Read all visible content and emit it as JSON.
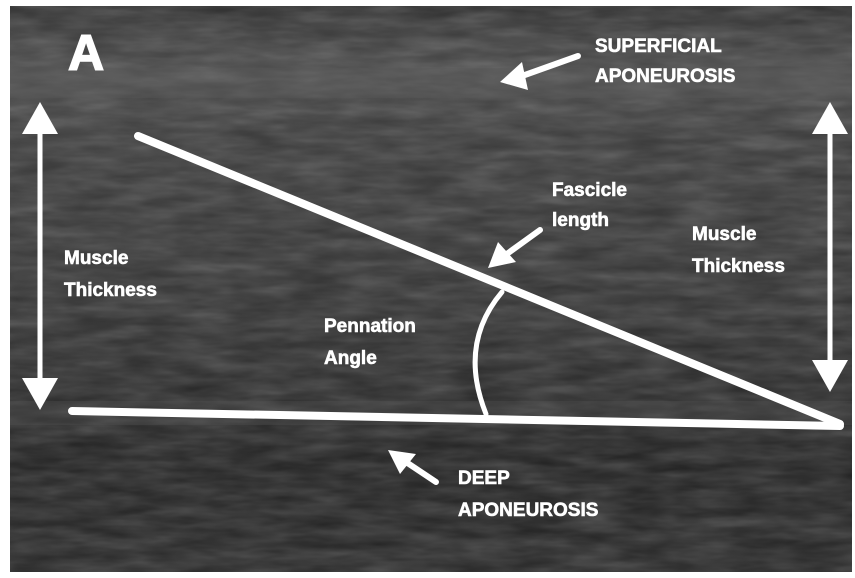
{
  "figure_letter": "A",
  "labels": {
    "superficial_line1": "SUPERFICIAL",
    "superficial_line2": "APONEUROSIS",
    "fascicle_line1": "Fascicle",
    "fascicle_line2": "length",
    "muscle_left_line1": "Muscle",
    "muscle_left_line2": "Thickness",
    "muscle_right_line1": "Muscle",
    "muscle_right_line2": "Thickness",
    "pennation_line1": "Pennation",
    "pennation_line2": "Angle",
    "deep_line1": "DEEP",
    "deep_line2": "APONEUROSIS"
  },
  "colors": {
    "annotation": "#ffffff",
    "background_dark": "#1c1c1c",
    "background_light": "#4a4a4a"
  }
}
